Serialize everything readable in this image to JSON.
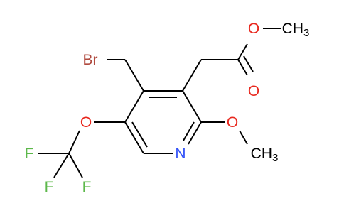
{
  "molecule": {
    "atoms": {
      "br": {
        "label": "Br",
        "color": "#b04a3f"
      },
      "o_ester_single": {
        "label": "O",
        "color": "#e8281e"
      },
      "me_ester": {
        "label": "CH",
        "sub": "3",
        "color": "#000000"
      },
      "o_carbonyl": {
        "label": "O",
        "color": "#e8281e"
      },
      "o_ocf3": {
        "label": "O",
        "color": "#e8281e"
      },
      "o_methoxy": {
        "label": "O",
        "color": "#e8281e"
      },
      "me_methoxy": {
        "label": "CH",
        "sub": "3",
        "color": "#000000"
      },
      "n_ring": {
        "label": "N",
        "color": "#3050f8"
      },
      "f1": {
        "label": "F",
        "color": "#5cb84a"
      },
      "f2": {
        "label": "F",
        "color": "#5cb84a"
      },
      "f3": {
        "label": "F",
        "color": "#5cb84a"
      }
    }
  }
}
